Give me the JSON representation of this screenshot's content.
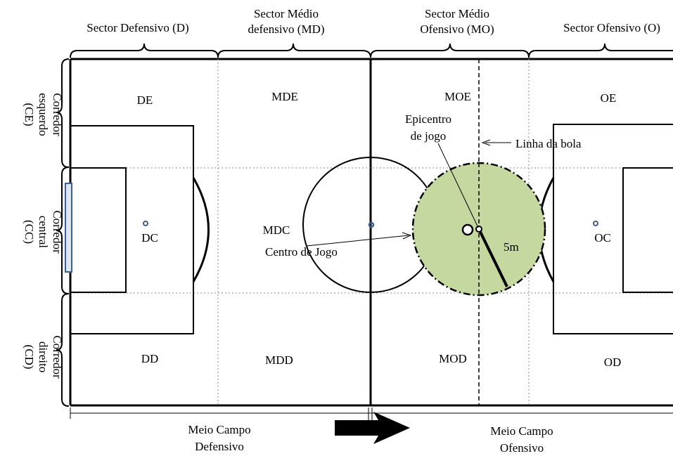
{
  "sectors": {
    "defensive": [
      "Sector Defensivo (D)"
    ],
    "mid_defensive": [
      "Sector Médio",
      "defensivo (MD)"
    ],
    "mid_offensive": [
      "Sector Médio",
      "Ofensivo (MO)"
    ],
    "offensive": [
      "Sector Ofensivo (O)"
    ]
  },
  "corridors": {
    "left": [
      "Corredor",
      "esquerdo",
      "(CE)"
    ],
    "central": [
      "Corredor",
      "central",
      "(CC)"
    ],
    "right": [
      "Corredor",
      "direito",
      "(CD)"
    ]
  },
  "zones": {
    "DE": "DE",
    "MDE": "MDE",
    "MOE": "MOE",
    "OE": "OE",
    "DC": "DC",
    "MDC": "MDC",
    "OC": "OC",
    "DD": "DD",
    "MDD": "MDD",
    "MOD": "MOD",
    "OD": "OD"
  },
  "annotations": {
    "epicentro": [
      "Epicentro",
      "de jogo"
    ],
    "linha_bola": "Linha da bola",
    "centro_jogo": "Centro de Jogo",
    "radius": "5m"
  },
  "halves": {
    "defensive": [
      "Meio Campo",
      "Defensivo"
    ],
    "offensive": [
      "Meio Campo",
      "Ofensivo"
    ]
  },
  "colors": {
    "epicentre_fill": "#c5d8a0",
    "marker": "#3d5f8f",
    "goal_fill": "#dce6f2"
  }
}
